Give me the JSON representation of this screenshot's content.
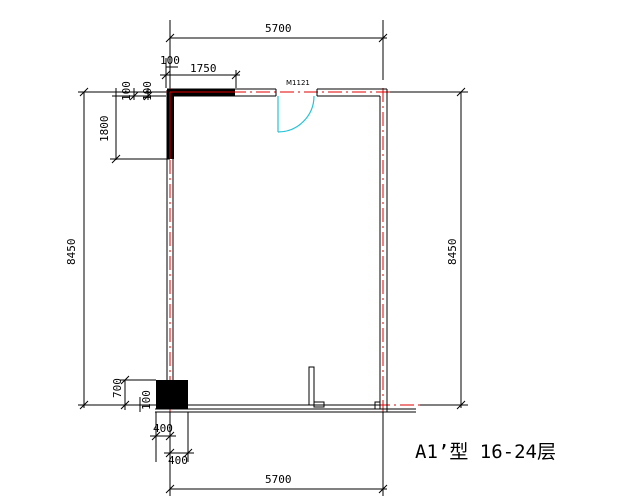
{
  "drawing": {
    "title": "A1’型 16-24层",
    "door_tag": "M1121",
    "dimensions": {
      "top_total": "5700",
      "bottom_total": "5700",
      "left_height": "8450",
      "right_height": "8450",
      "top_segment": "1750",
      "top_wall_offset": "100",
      "left_top_a": "100",
      "left_top_b": "100",
      "left_upper": "1800",
      "left_lower": "700",
      "left_lower_small": "100",
      "bottom_a": "400",
      "bottom_b": "400"
    },
    "colors": {
      "line": "#000000",
      "axis": "#e00000",
      "door": "#27c3d6",
      "wall_fill": "#000000"
    }
  }
}
